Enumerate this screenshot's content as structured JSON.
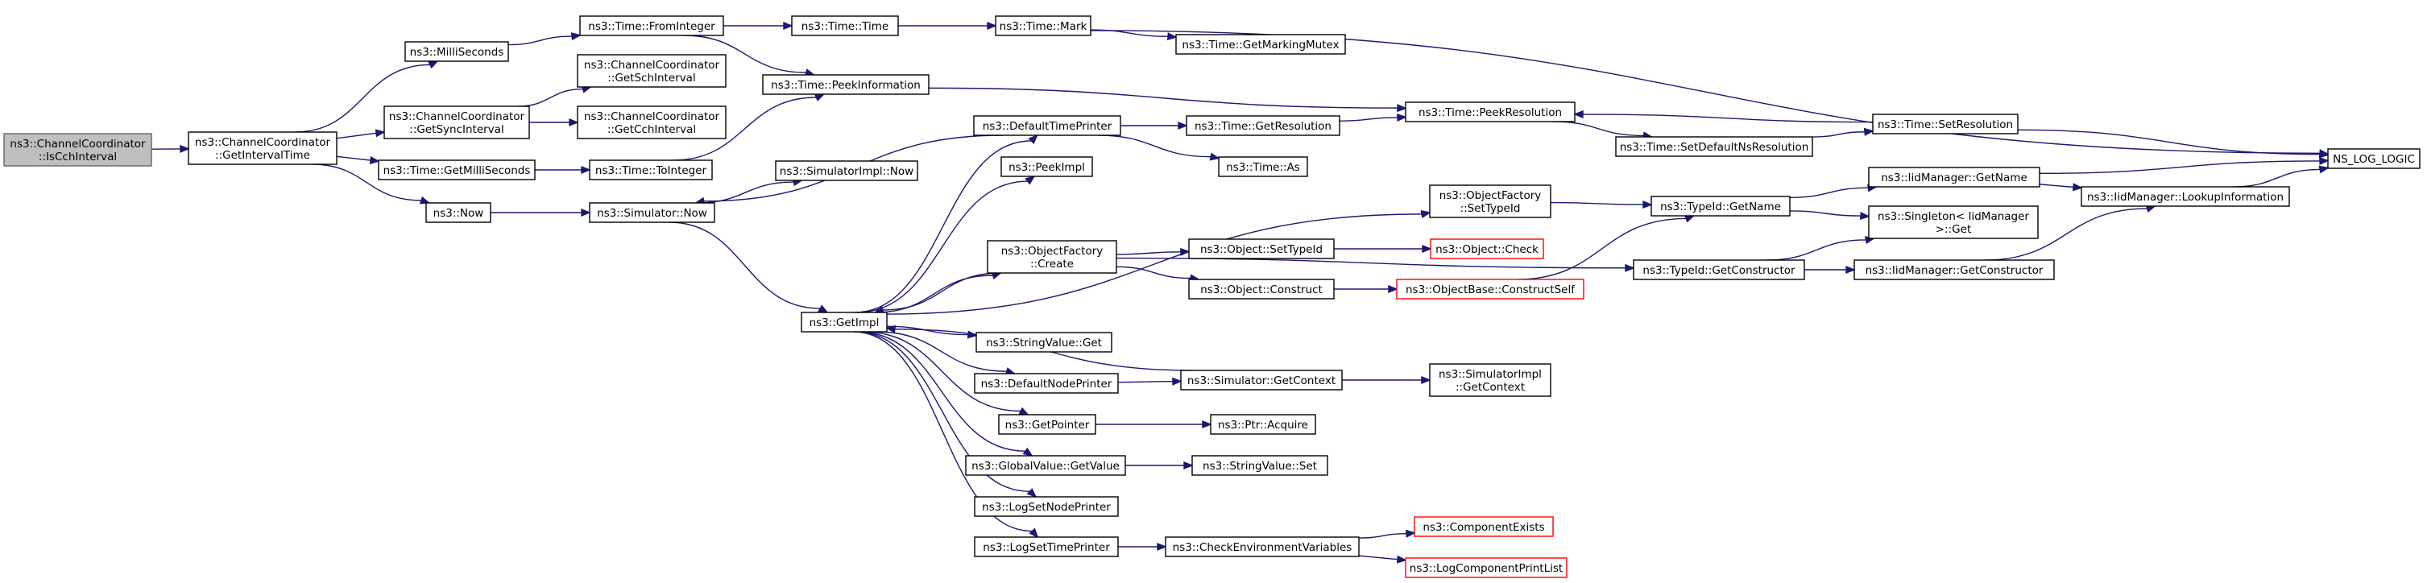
{
  "nodes": {
    "is_cch_interval": [
      "ns3::ChannelCoordinator",
      "::IsCchInterval"
    ],
    "get_interval_time": [
      "ns3::ChannelCoordinator",
      "::GetIntervalTime"
    ],
    "milli_seconds": [
      "ns3::MilliSeconds"
    ],
    "get_sync_interval": [
      "ns3::ChannelCoordinator",
      "::GetSyncInterval"
    ],
    "time_get_milli_seconds": [
      "ns3::Time::GetMilliSeconds"
    ],
    "now": [
      "ns3::Now"
    ],
    "time_from_integer": [
      "ns3::Time::FromInteger"
    ],
    "get_sch_interval": [
      "ns3::ChannelCoordinator",
      "::GetSchInterval"
    ],
    "get_cch_interval": [
      "ns3::ChannelCoordinator",
      "::GetCchInterval"
    ],
    "time_to_integer": [
      "ns3::Time::ToInteger"
    ],
    "simulator_now": [
      "ns3::Simulator::Now"
    ],
    "time_time": [
      "ns3::Time::Time"
    ],
    "time_peek_information": [
      "ns3::Time::PeekInformation"
    ],
    "simulator_impl_now": [
      "ns3::SimulatorImpl::Now"
    ],
    "time_mark": [
      "ns3::Time::Mark"
    ],
    "time_get_marking_mutex": [
      "ns3::Time::GetMarkingMutex"
    ],
    "default_time_printer": [
      "ns3::DefaultTimePrinter"
    ],
    "peek_impl": [
      "ns3::PeekImpl"
    ],
    "object_factory_create": [
      "ns3::ObjectFactory",
      "::Create"
    ],
    "get_impl": [
      "ns3::GetImpl"
    ],
    "string_value_get": [
      "ns3::StringValue::Get"
    ],
    "default_node_printer": [
      "ns3::DefaultNodePrinter"
    ],
    "get_pointer": [
      "ns3::GetPointer"
    ],
    "global_value_get_value": [
      "ns3::GlobalValue::GetValue"
    ],
    "log_set_node_printer": [
      "ns3::LogSetNodePrinter"
    ],
    "log_set_time_printer": [
      "ns3::LogSetTimePrinter"
    ],
    "time_get_resolution": [
      "ns3::Time::GetResolution"
    ],
    "time_as": [
      "ns3::Time::As"
    ],
    "object_set_type_id": [
      "ns3::Object::SetTypeId"
    ],
    "object_construct": [
      "ns3::Object::Construct"
    ],
    "simulator_get_context": [
      "ns3::Simulator::GetContext"
    ],
    "ptr_acquire": [
      "ns3::Ptr::Acquire"
    ],
    "string_value_set": [
      "ns3::StringValue::Set"
    ],
    "check_env_vars": [
      "ns3::CheckEnvironmentVariables"
    ],
    "time_peek_resolution": [
      "ns3::Time::PeekResolution"
    ],
    "object_factory_set_type_id": [
      "ns3::ObjectFactory",
      "::SetTypeId"
    ],
    "object_check": [
      "ns3::Object::Check"
    ],
    "object_base_construct_self": [
      "ns3::ObjectBase::ConstructSelf"
    ],
    "simulator_impl_get_context": [
      "ns3::SimulatorImpl",
      "::GetContext"
    ],
    "component_exists": [
      "ns3::ComponentExists"
    ],
    "log_component_print_list": [
      "ns3::LogComponentPrintList"
    ],
    "time_set_default_ns_resolution": [
      "ns3::Time::SetDefaultNsResolution"
    ],
    "type_id_get_name": [
      "ns3::TypeId::GetName"
    ],
    "type_id_get_constructor": [
      "ns3::TypeId::GetConstructor"
    ],
    "time_set_resolution": [
      "ns3::Time::SetResolution"
    ],
    "iid_manager_get_name": [
      "ns3::IidManager::GetName"
    ],
    "singleton_get": [
      "ns3::Singleton< IidManager",
      " >::Get"
    ],
    "iid_manager_get_constructor": [
      "ns3::IidManager::GetConstructor"
    ],
    "iid_manager_lookup_information": [
      "ns3::IidManager::LookupInformation"
    ],
    "ns_log_logic": [
      "NS_LOG_LOGIC"
    ]
  },
  "edges": [
    [
      "is_cch_interval",
      "get_interval_time"
    ],
    [
      "get_interval_time",
      "milli_seconds"
    ],
    [
      "get_interval_time",
      "get_sync_interval"
    ],
    [
      "get_interval_time",
      "time_get_milli_seconds"
    ],
    [
      "get_interval_time",
      "now"
    ],
    [
      "milli_seconds",
      "time_from_integer"
    ],
    [
      "get_sync_interval",
      "get_sch_interval"
    ],
    [
      "get_sync_interval",
      "get_cch_interval"
    ],
    [
      "time_get_milli_seconds",
      "time_to_integer"
    ],
    [
      "now",
      "simulator_now"
    ],
    [
      "time_from_integer",
      "time_time"
    ],
    [
      "time_from_integer",
      "time_peek_information"
    ],
    [
      "time_to_integer",
      "time_peek_information"
    ],
    [
      "time_time",
      "time_mark"
    ],
    [
      "time_mark",
      "time_get_marking_mutex"
    ],
    [
      "time_mark",
      "ns_log_logic"
    ],
    [
      "time_peek_information",
      "time_peek_resolution"
    ],
    [
      "simulator_now",
      "simulator_impl_now"
    ],
    [
      "simulator_now",
      "get_impl"
    ],
    [
      "default_time_printer",
      "simulator_now"
    ],
    [
      "default_time_printer",
      "time_get_resolution"
    ],
    [
      "default_time_printer",
      "time_as"
    ],
    [
      "time_get_resolution",
      "time_peek_resolution"
    ],
    [
      "time_peek_resolution",
      "time_set_default_ns_resolution"
    ],
    [
      "time_set_default_ns_resolution",
      "time_set_resolution"
    ],
    [
      "time_set_resolution",
      "time_peek_resolution"
    ],
    [
      "time_set_resolution",
      "ns_log_logic"
    ],
    [
      "get_impl",
      "default_time_printer"
    ],
    [
      "get_impl",
      "peek_impl"
    ],
    [
      "get_impl",
      "object_factory_create"
    ],
    [
      "get_impl",
      "string_value_get"
    ],
    [
      "get_impl",
      "default_node_printer"
    ],
    [
      "get_impl",
      "get_pointer"
    ],
    [
      "get_impl",
      "global_value_get_value"
    ],
    [
      "get_impl",
      "log_set_node_printer"
    ],
    [
      "get_impl",
      "log_set_time_printer"
    ],
    [
      "get_impl",
      "object_factory_set_type_id"
    ],
    [
      "object_factory_create",
      "get_impl"
    ],
    [
      "object_factory_create",
      "object_set_type_id"
    ],
    [
      "object_factory_create",
      "object_construct"
    ],
    [
      "object_factory_create",
      "type_id_get_constructor"
    ],
    [
      "object_set_type_id",
      "object_check"
    ],
    [
      "object_construct",
      "object_base_construct_self"
    ],
    [
      "object_base_construct_self",
      "type_id_get_name"
    ],
    [
      "object_factory_set_type_id",
      "type_id_get_name"
    ],
    [
      "type_id_get_name",
      "iid_manager_get_name"
    ],
    [
      "type_id_get_name",
      "singleton_get"
    ],
    [
      "type_id_get_constructor",
      "singleton_get"
    ],
    [
      "type_id_get_constructor",
      "iid_manager_get_constructor"
    ],
    [
      "iid_manager_get_name",
      "iid_manager_lookup_information"
    ],
    [
      "iid_manager_get_name",
      "ns_log_logic"
    ],
    [
      "iid_manager_get_constructor",
      "iid_manager_lookup_information"
    ],
    [
      "iid_manager_lookup_information",
      "ns_log_logic"
    ],
    [
      "default_node_printer",
      "simulator_get_context"
    ],
    [
      "simulator_get_context",
      "get_impl"
    ],
    [
      "simulator_get_context",
      "simulator_impl_get_context"
    ],
    [
      "get_pointer",
      "ptr_acquire"
    ],
    [
      "global_value_get_value",
      "string_value_set"
    ],
    [
      "log_set_time_printer",
      "check_env_vars"
    ],
    [
      "check_env_vars",
      "component_exists"
    ],
    [
      "check_env_vars",
      "log_component_print_list"
    ]
  ]
}
